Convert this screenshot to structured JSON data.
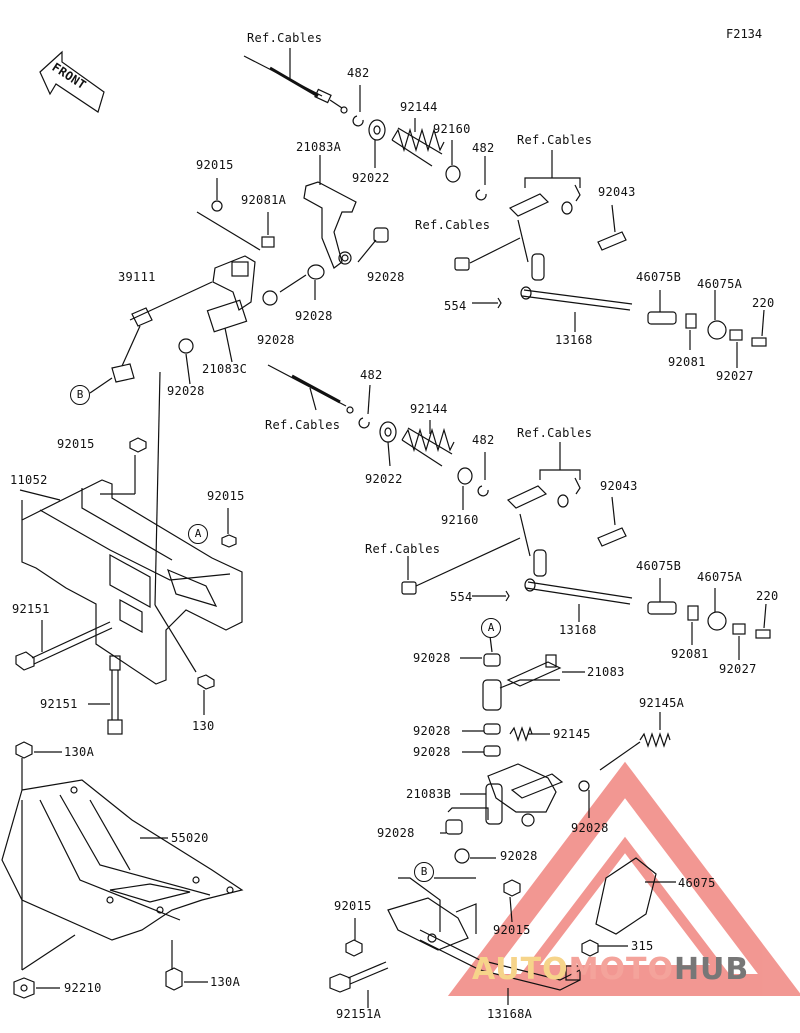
{
  "diagram_code": "F2134",
  "front_label": "FRONT",
  "callouts": {
    "a_top": "A",
    "a_mid": "A",
    "b_left": "B",
    "b_low": "B"
  },
  "labels": {
    "ref_cables_1": "Ref.Cables",
    "c482_1": "482",
    "c92144_1": "92144",
    "c92160_1": "92160",
    "c21083A": "21083A",
    "c92022_1": "92022",
    "c482_2": "482",
    "ref_cables_2": "Ref.Cables",
    "c92015_1": "92015",
    "c92081A": "92081A",
    "c92043_1": "92043",
    "ref_cables_3": "Ref.Cables",
    "c92028_1": "92028",
    "c39111": "39111",
    "c46075B_1": "46075B",
    "c46075A_1": "46075A",
    "c554_1": "554",
    "c220_1": "220",
    "c92028_2": "92028",
    "c92028_3": "92028",
    "c13168_1": "13168",
    "c92081_1": "92081",
    "c92028_4": "92028",
    "c21083C": "21083C",
    "c92027_1": "92027",
    "ref_cables_4": "Ref.Cables",
    "c482_3": "482",
    "c92144_2": "92144",
    "c92015_2": "92015",
    "c92022_2": "92022",
    "c482_4": "482",
    "ref_cables_5": "Ref.Cables",
    "c11052": "11052",
    "c92015_3": "92015",
    "c92160_2": "92160",
    "c92043_2": "92043",
    "ref_cables_6": "Ref.Cables",
    "c46075B_2": "46075B",
    "c46075A_2": "46075A",
    "c554_2": "554",
    "c220_2": "220",
    "c92151_1": "92151",
    "c13168_2": "13168",
    "c92081_2": "92081",
    "c92027_2": "92027",
    "c92028_5": "92028",
    "c21083": "21083",
    "c92151_2": "92151",
    "c130": "130",
    "c92145A": "92145A",
    "c92028_6": "92028",
    "c92145": "92145",
    "c130A_1": "130A",
    "c92028_7": "92028",
    "c21083B": "21083B",
    "c55020": "55020",
    "c92028_8": "92028",
    "c92028_9": "92028",
    "c92028_10": "92028",
    "c46075": "46075",
    "c92015_4": "92015",
    "c92015_5": "92015",
    "c315": "315",
    "c92210": "92210",
    "c130A_2": "130A",
    "c92151A": "92151A",
    "c13168A": "13168A"
  },
  "watermark": {
    "part1": "AUTO",
    "part2": "MOTO",
    "part3": "HUB"
  },
  "colors": {
    "line": "#111111",
    "watermark_red": "#e8433a",
    "watermark_yellow": "#f5c242",
    "watermark_gray": "#6b6b6b"
  }
}
